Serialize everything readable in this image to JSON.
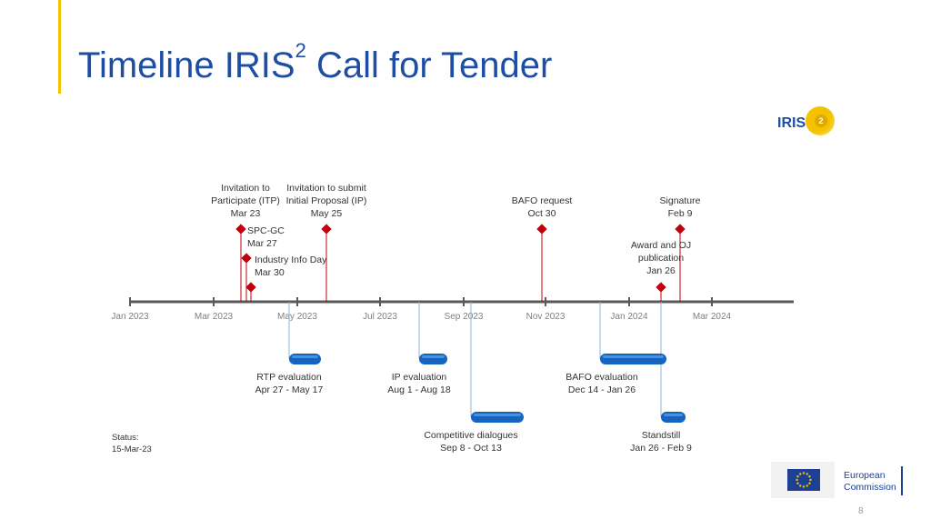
{
  "title": {
    "main": "Timeline IRIS",
    "sup": "2",
    "suffix": " Call for Tender"
  },
  "logo": {
    "text": "IRIS",
    "badge": "2"
  },
  "axis": {
    "ticks": [
      "Jan 2023",
      "Mar 2023",
      "May 2023",
      "Jul 2023",
      "Sep 2023",
      "Nov 2023",
      "Jan 2024",
      "Mar 2024"
    ]
  },
  "milestones": [
    {
      "lines": [
        "Invitation to",
        "Participate (ITP)",
        "Mar 23"
      ]
    },
    {
      "lines": [
        "SPC-GC",
        "Mar 27"
      ]
    },
    {
      "lines": [
        "Industry Info Day",
        "Mar 30"
      ]
    },
    {
      "lines": [
        "Invitation to submit",
        "Initial Proposal (IP)",
        "May 25"
      ]
    },
    {
      "lines": [
        "BAFO request",
        "Oct 30"
      ]
    },
    {
      "lines": [
        "Signature",
        "Feb 9"
      ]
    },
    {
      "lines": [
        "Award and OJ",
        "publication",
        "Jan 26"
      ]
    }
  ],
  "periods": [
    {
      "lines": [
        "RTP evaluation",
        "Apr 27 - May 17"
      ]
    },
    {
      "lines": [
        "IP evaluation",
        "Aug 1 - Aug 18"
      ]
    },
    {
      "lines": [
        "BAFO evaluation",
        "Dec 14 - Jan 26"
      ]
    },
    {
      "lines": [
        "Competitive dialogues",
        "Sep 8 - Oct 13"
      ]
    },
    {
      "lines": [
        "Standstill",
        "Jan 26 - Feb 9"
      ]
    }
  ],
  "status": {
    "label": "Status:",
    "date": "15-Mar-23"
  },
  "footer": {
    "org_line1": "European",
    "org_line2": "Commission",
    "page_number": "8"
  },
  "colors": {
    "title": "#1d4ea3",
    "milestone": "#c0000b",
    "bar": "#1565c0",
    "accent": "#f3c300",
    "axis": "#595959"
  }
}
